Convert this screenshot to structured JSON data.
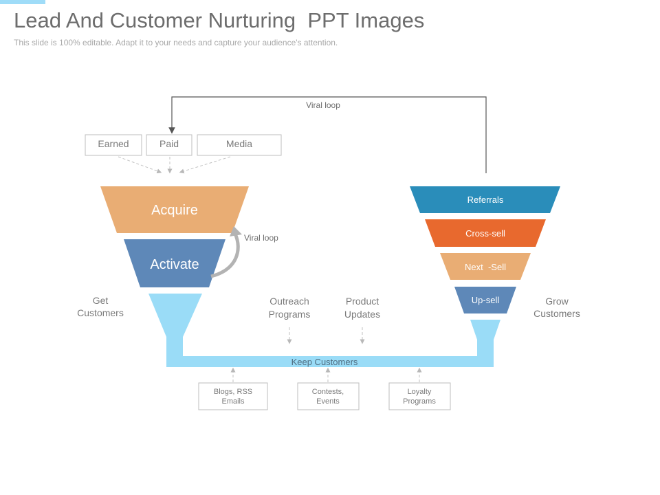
{
  "header": {
    "title": "Lead And Customer Nurturing  PPT Images",
    "subtitle": "This slide is 100% editable. Adapt it to your needs and capture your audience's attention."
  },
  "diagram": {
    "top_loop_label": "Viral loop",
    "side_loop_label": "Viral loop",
    "sources": [
      "Earned",
      "Paid",
      "Media"
    ],
    "left_funnel": {
      "stages": [
        "Acquire",
        "Activate"
      ],
      "caption_line1": "Get",
      "caption_line2": "Customers",
      "colors": [
        "#e9ad74",
        "#5e88b8",
        "#9adcf7"
      ]
    },
    "right_funnel": {
      "stages": [
        "Referrals",
        "Cross-sell",
        "Next  -Sell",
        "Up-sell"
      ],
      "caption_line1": "Grow",
      "caption_line2": "Customers",
      "colors": [
        "#2a8dba",
        "#e8692e",
        "#e9ad74",
        "#5e88b8",
        "#9adcf7"
      ]
    },
    "pipe_label": "Keep Customers",
    "inputs_above": [
      {
        "line1": "Outreach",
        "line2": "Programs"
      },
      {
        "line1": "Product",
        "line2": "Updates"
      }
    ],
    "inputs_below": [
      {
        "line1": "Blogs, RSS",
        "line2": "Emails"
      },
      {
        "line1": "Contests,",
        "line2": "Events"
      },
      {
        "line1": "Loyalty",
        "line2": "Programs"
      }
    ]
  }
}
